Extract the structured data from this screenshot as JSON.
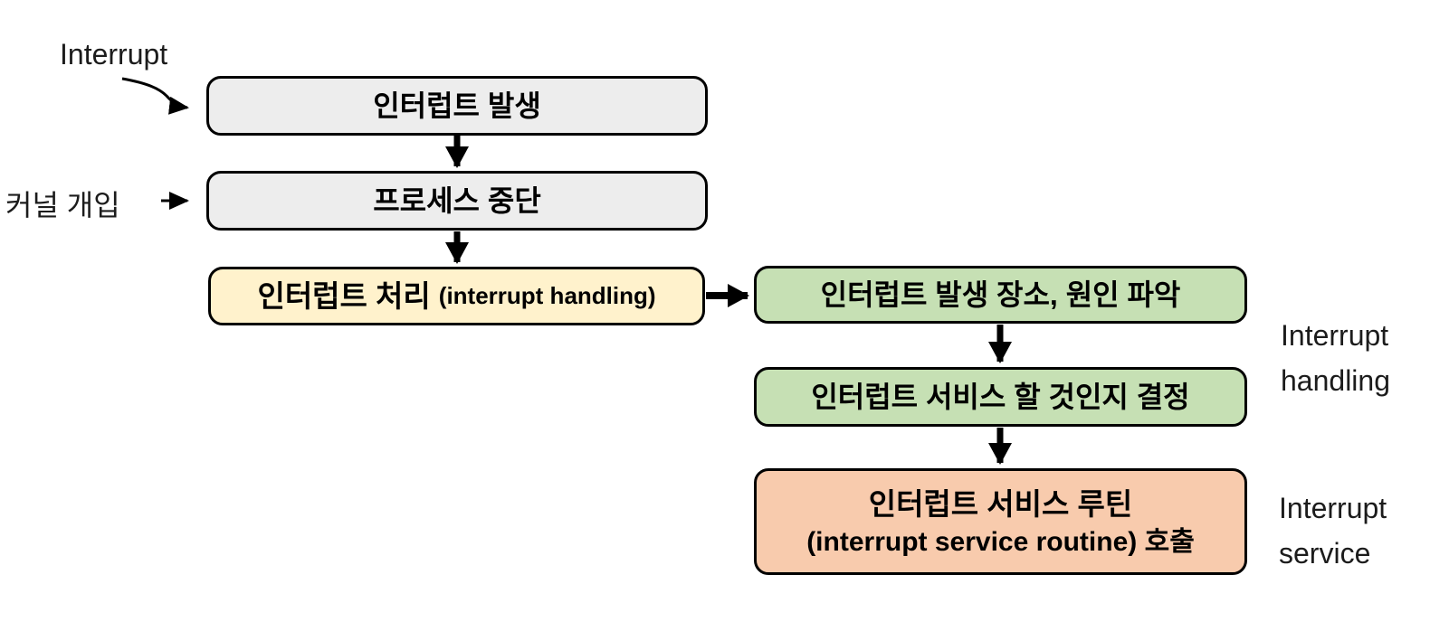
{
  "labels": {
    "interrupt_source": "Interrupt",
    "kernel_entry": "커널 개입",
    "interrupt_handling": {
      "line1": "Interrupt",
      "line2": "handling"
    },
    "interrupt_service": {
      "line1": "Interrupt",
      "line2": "service"
    }
  },
  "boxes": {
    "interrupt_occurs": "인터럽트 발생",
    "process_suspend": "프로세스 중단",
    "interrupt_handling_ko": "인터럽트 처리",
    "interrupt_handling_en": "(interrupt handling)",
    "identify_source": "인터럽트 발생 장소, 원인 파악",
    "decide_service": "인터럽트 서비스 할 것인지 결정",
    "isr_call_line1": "인터럽트 서비스 루틴",
    "isr_call_line2": "(interrupt service routine) 호출"
  },
  "colors": {
    "box_gray": "#ededed",
    "box_yellow": "#fff2cc",
    "box_green": "#c6e0b4",
    "box_orange": "#f8cbad",
    "line": "#000000"
  }
}
